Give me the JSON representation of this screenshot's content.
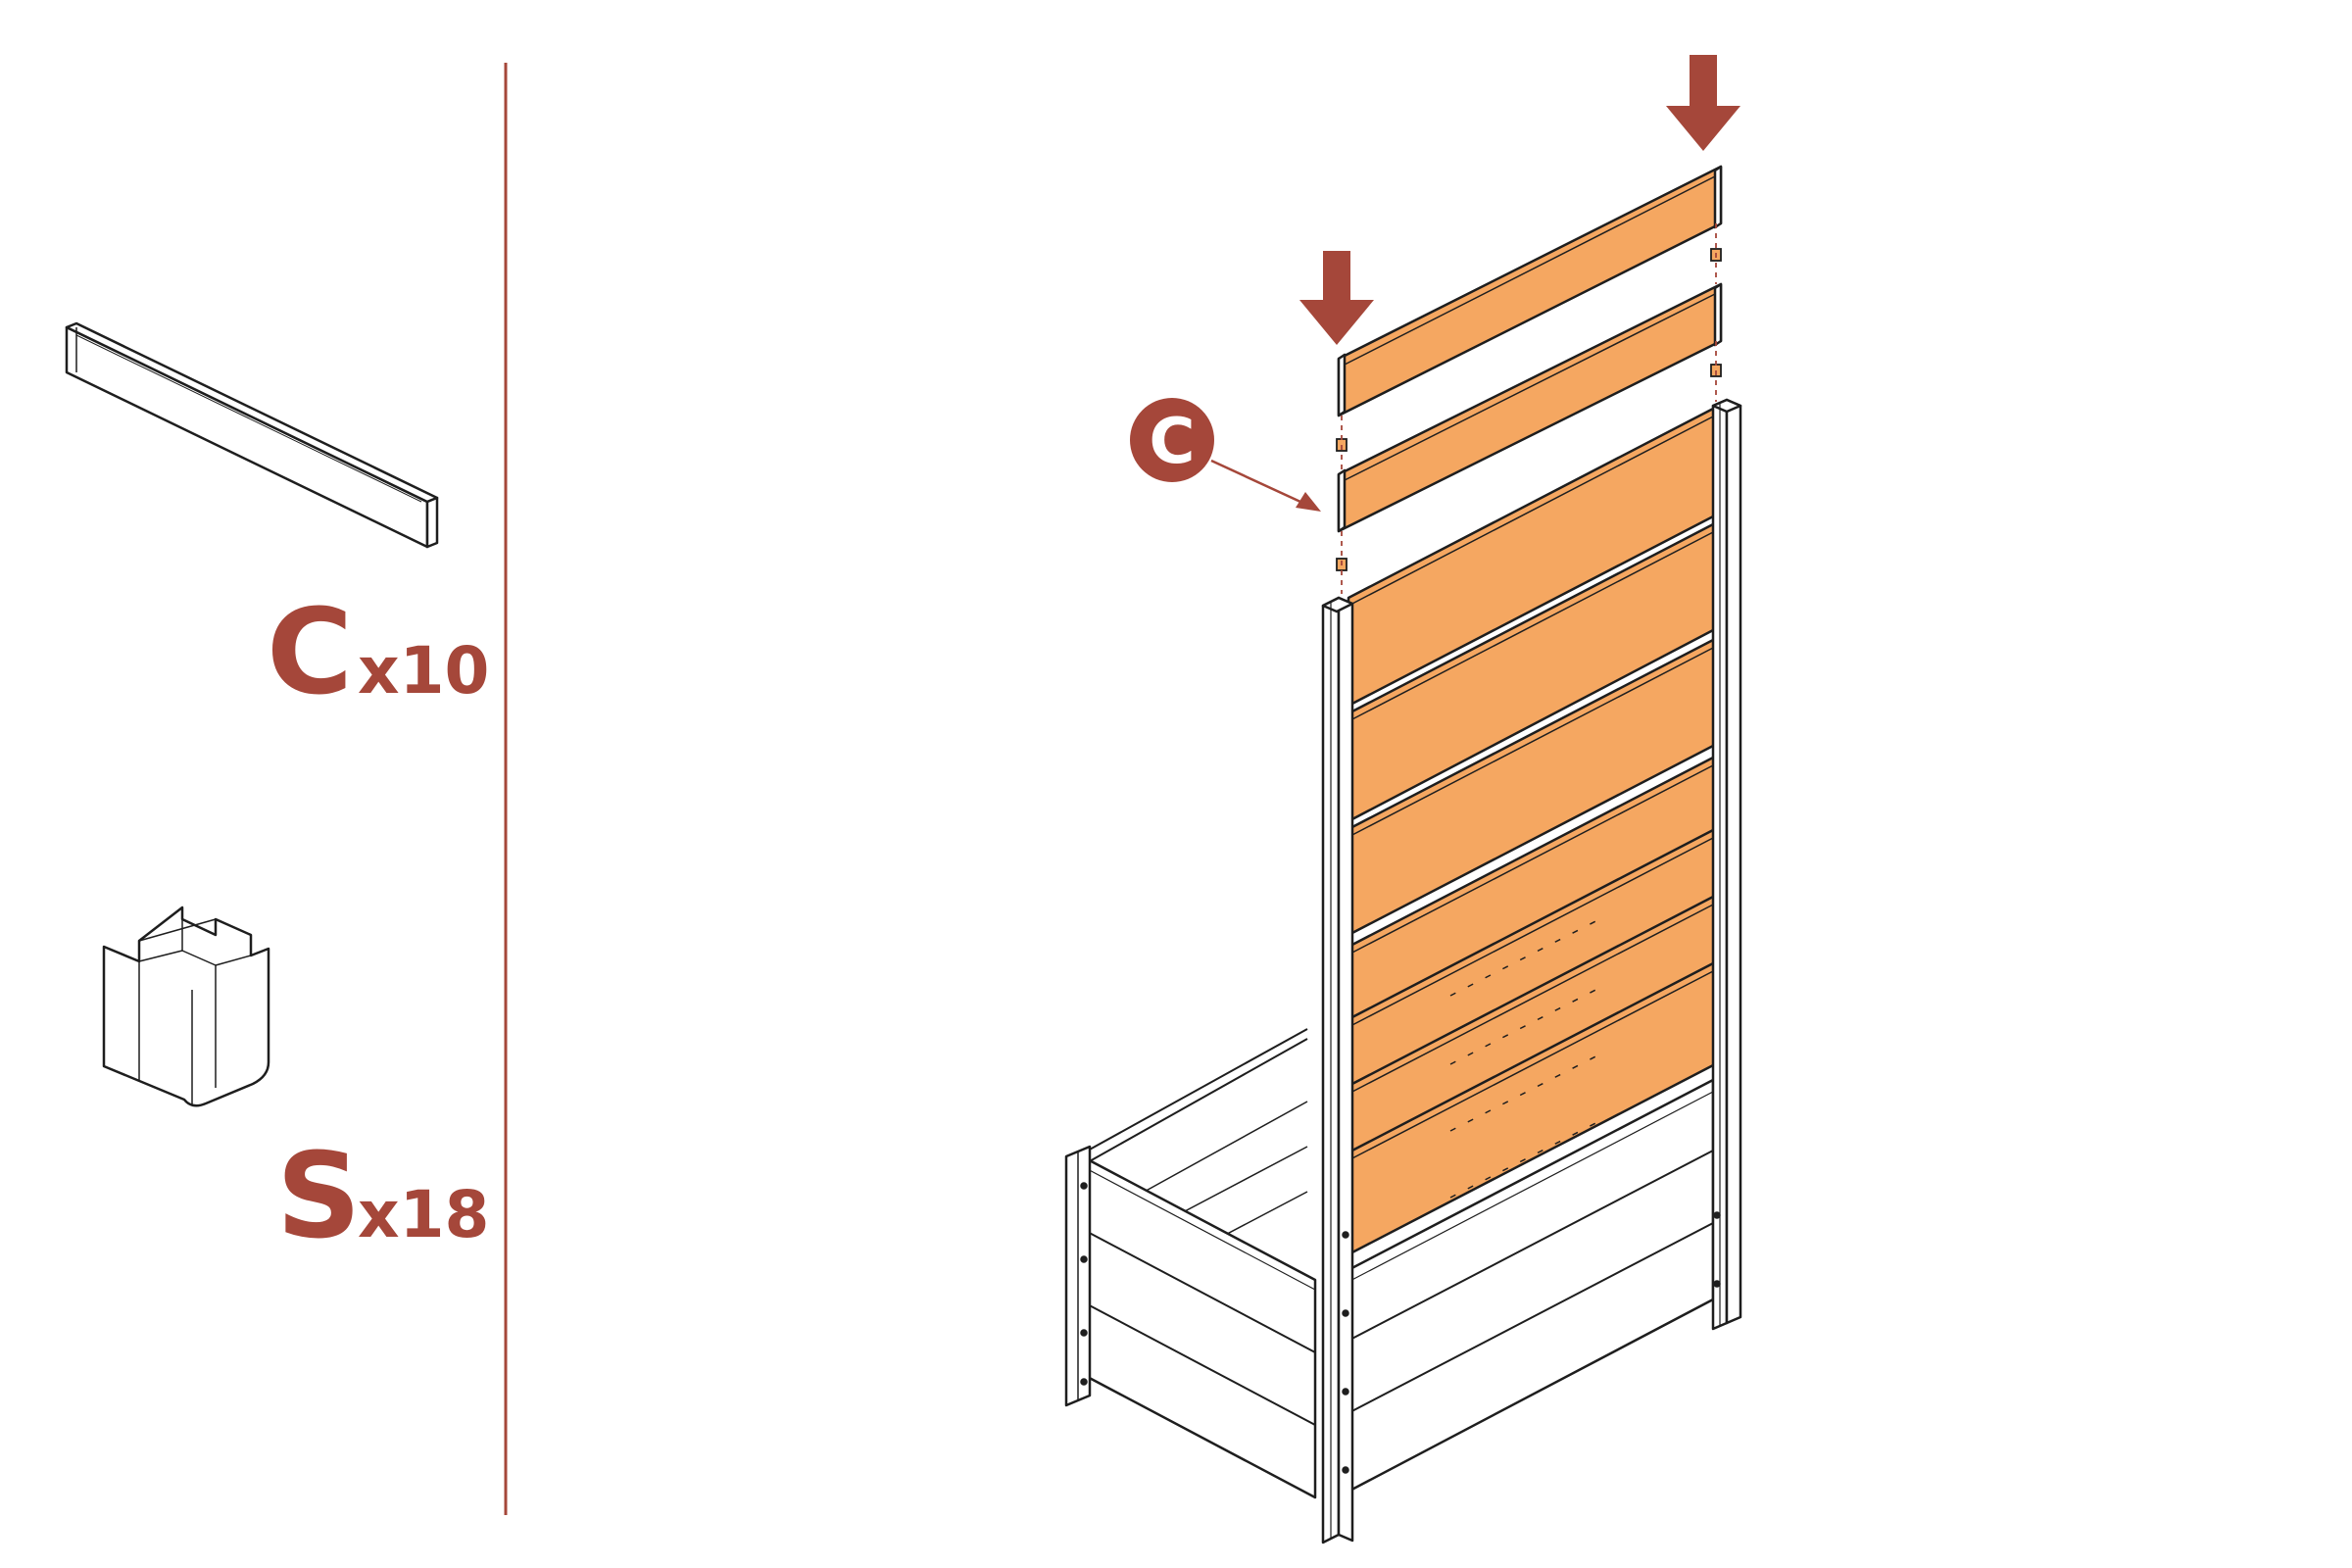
{
  "colors": {
    "accent": "#A5473A",
    "board": "#F5A761",
    "outline": "#1E1E1E",
    "background": "#FFFFFF"
  },
  "parts": [
    {
      "id": "C",
      "letter": "C",
      "count": "x10",
      "icon": "slat-board-icon"
    },
    {
      "id": "S",
      "letter": "S",
      "count": "x18",
      "icon": "u-connector-icon"
    }
  ],
  "callout": {
    "letter": "C",
    "icon": "callout-badge-icon"
  },
  "arrows": [
    "down-arrow-icon",
    "down-arrow-icon"
  ]
}
